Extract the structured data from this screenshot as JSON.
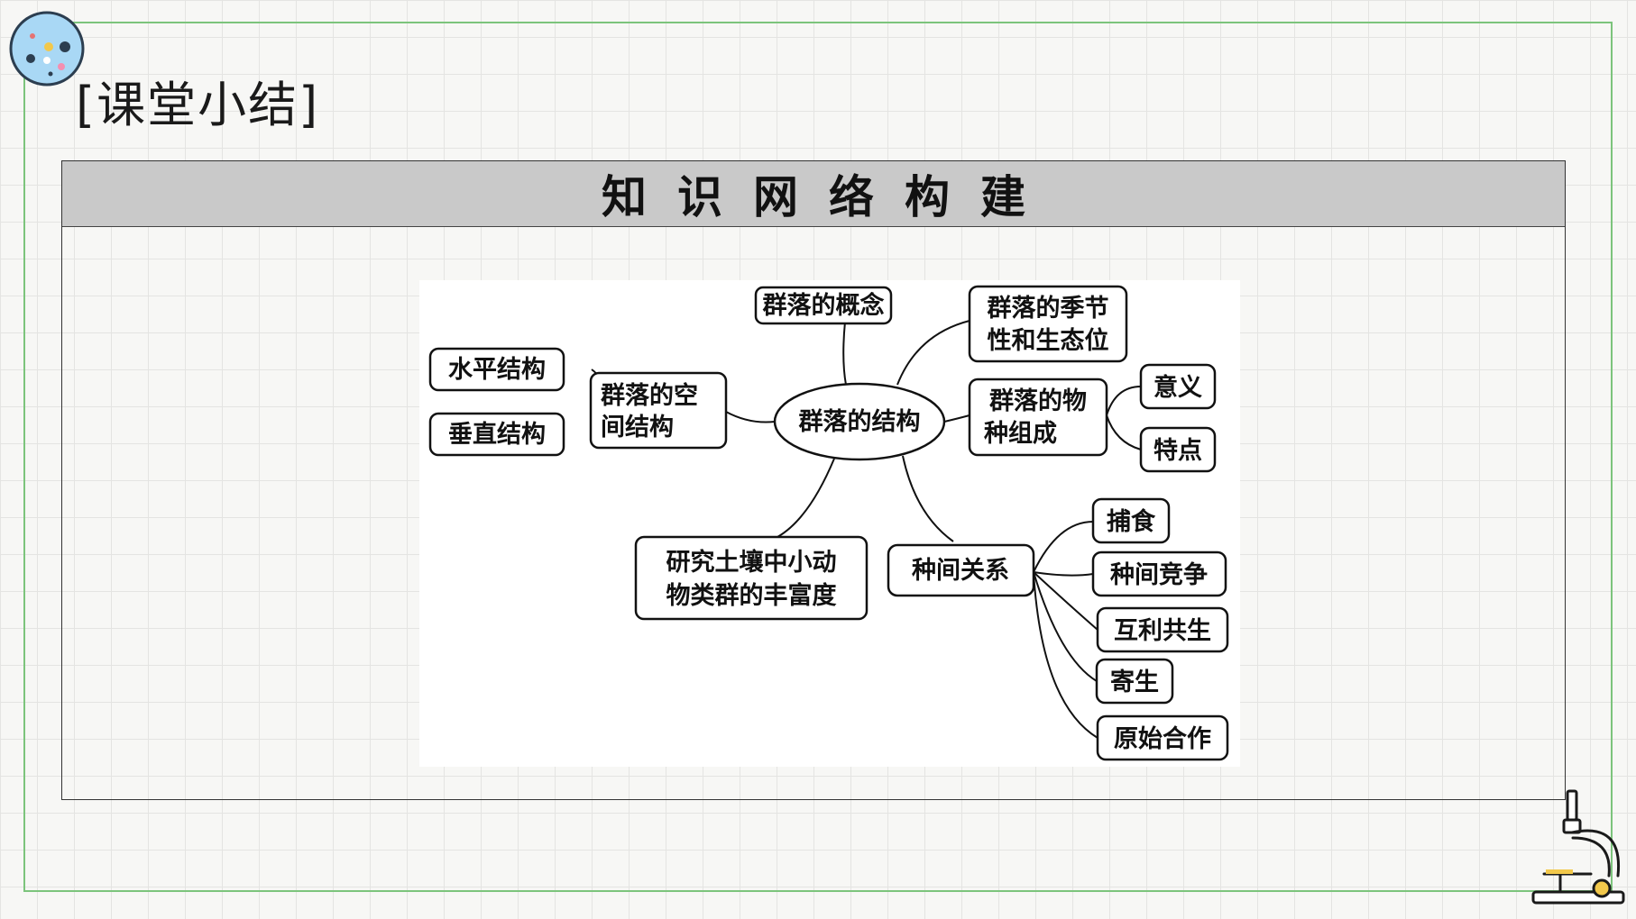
{
  "slide": {
    "title": "[课堂小结]",
    "panel_header": "知识网络构建"
  },
  "mindmap": {
    "center": "群落的结构",
    "concept": "群落的概念",
    "seasonal": [
      "群落的季节",
      "性和生态位"
    ],
    "spatial": [
      "群落的空",
      "间结构"
    ],
    "horizontal": "水平结构",
    "vertical": "垂直结构",
    "species": [
      "群落的物",
      "种组成"
    ],
    "meaning": "意义",
    "features": "特点",
    "soil_study": [
      "研究土壤中小动",
      "物类群的丰富度"
    ],
    "interspecific": "种间关系",
    "predation": "捕食",
    "competition": "种间竞争",
    "mutualism": "互利共生",
    "parasitism": "寄生",
    "protocooperation": "原始合作"
  },
  "colors": {
    "frame": "#7cc47c",
    "header_bg": "#c9c9c9",
    "deco_circle": "#a9d8f5",
    "microscope_accent": "#f2c84b"
  }
}
